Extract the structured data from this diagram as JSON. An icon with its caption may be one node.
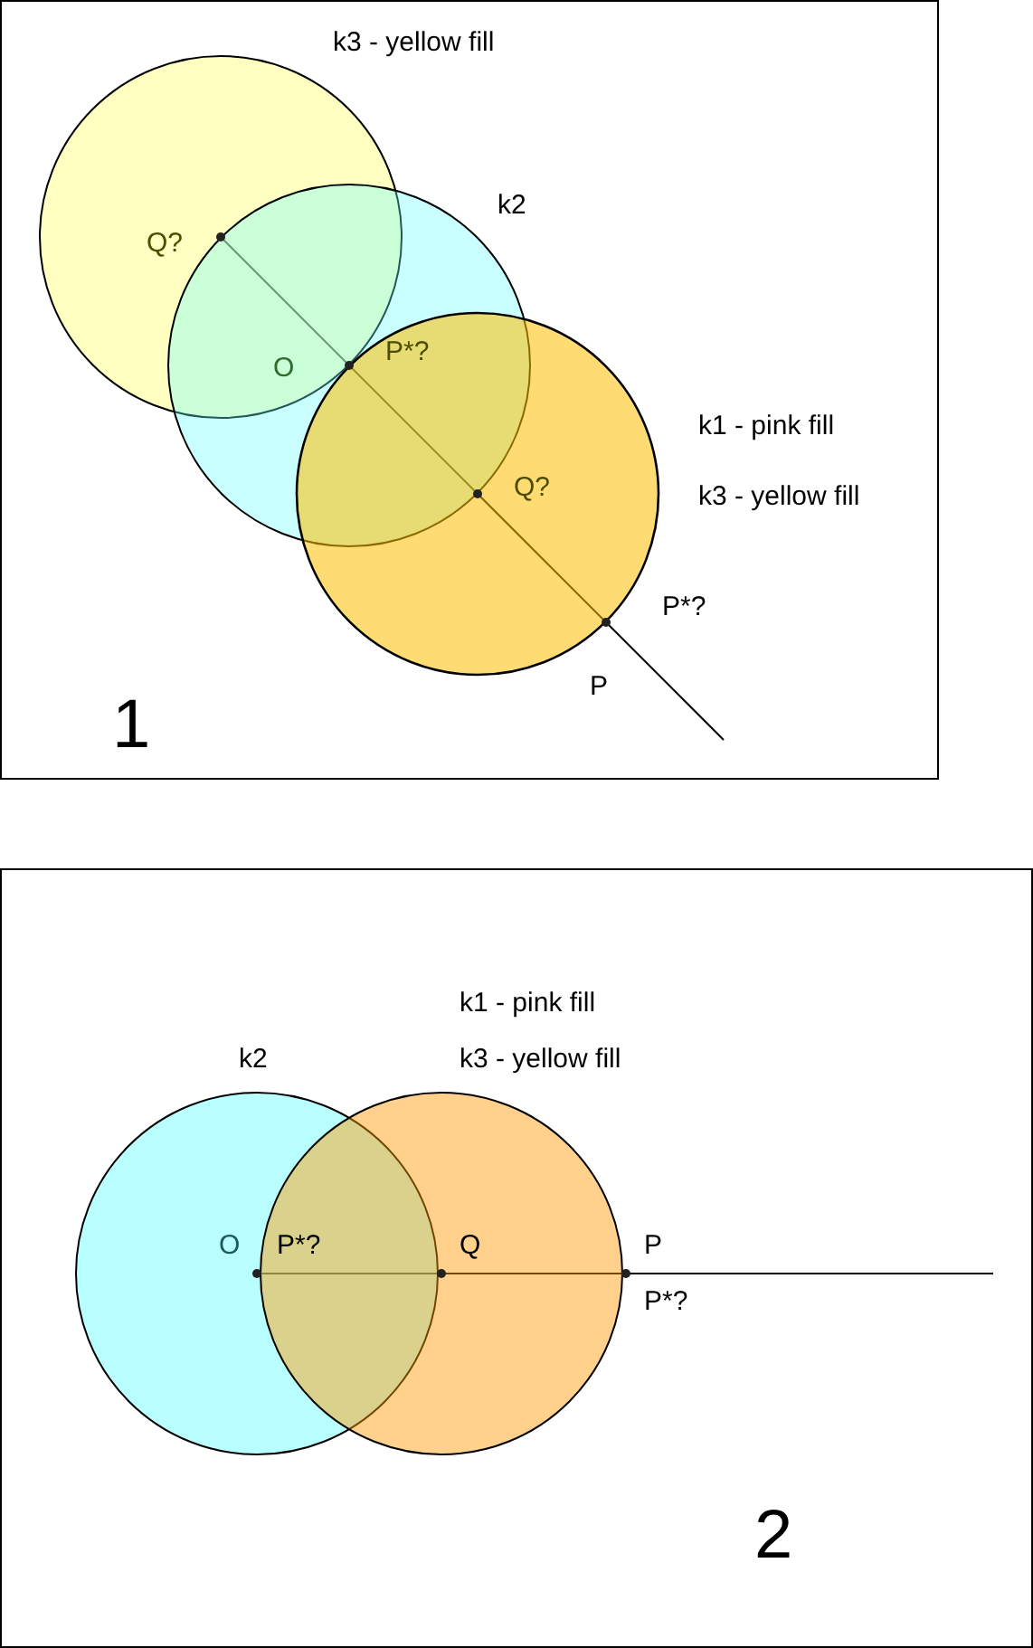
{
  "diagram": {
    "labels": [
      "k3 - yellow fill",
      "k2",
      "Q?",
      "O",
      "P*?",
      "k1 - pink fill",
      "Q?",
      "k3 - yellow fill",
      "P*?",
      "P",
      "1",
      "k1 - pink fill",
      "k2",
      "k3 - yellow fill",
      "O",
      "P*?",
      "Q",
      "P",
      "P*?",
      "2"
    ]
  }
}
